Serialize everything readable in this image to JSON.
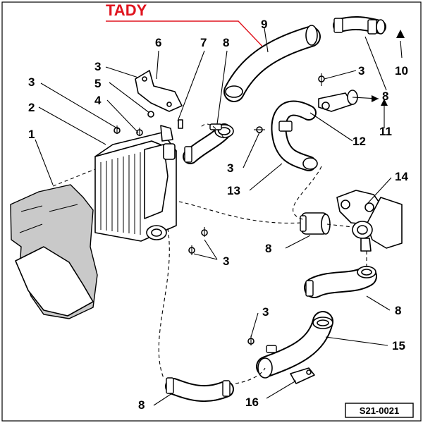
{
  "annotation": {
    "label": "TADY",
    "color": "#e0141e"
  },
  "drawing_ref": "S21-0021",
  "callouts": {
    "c1": "1",
    "c2": "2",
    "c3a": "3",
    "c3b": "3",
    "c3c": "3",
    "c3d": "3",
    "c3e": "3",
    "c3f": "3",
    "c4": "4",
    "c5": "5",
    "c6": "6",
    "c7": "7",
    "c8a": "8",
    "c8b": "8",
    "c8c": "8",
    "c8d": "8",
    "c8e": "8",
    "c9": "9",
    "c10": "10",
    "c11": "11",
    "c12": "12",
    "c13": "13",
    "c14": "14",
    "c15": "15",
    "c16": "16"
  }
}
